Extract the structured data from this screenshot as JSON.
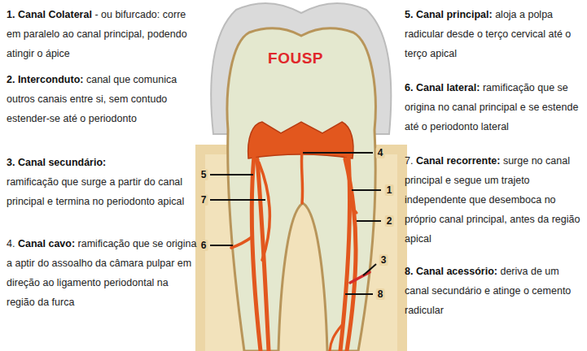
{
  "diagram": {
    "labels": [
      "1. Canal Colateral",
      "- ou bifurcado: corre em paralelo ao canal principal, podendo atingir o ápice",
      "2. Interconduto:",
      "canal que comunica outros canais entre si, sem contudo estender-se até o periodonto",
      "3. Canal secundário:",
      "ramificação que surge a partir do canal principal e termina no periodonto apical",
      "4.",
      "Canal cavo:",
      "ramificação que se origina a aptir do assoalho da câmara pulpar em direção ao ligamento periodontal na região da furca",
      "5. Canal principal:",
      "aloja a polpa radicular desde o terço cervical até o terço apical",
      "6. Canal lateral:",
      "ramificação que se origina no canal principal e se estende até o periodonto lateral",
      "7.",
      "Canal recorrente:",
      "surge no canal principal e segue um trajeto independente que desemboca no próprio canal principal, antes da região apical",
      "8. Canal acessório:",
      "deriva de um canal secundário e atinge o cemento radicular",
      "FOUSP",
      "1",
      "2",
      "3",
      "4",
      "5",
      "6",
      "7",
      "8"
    ]
  }
}
